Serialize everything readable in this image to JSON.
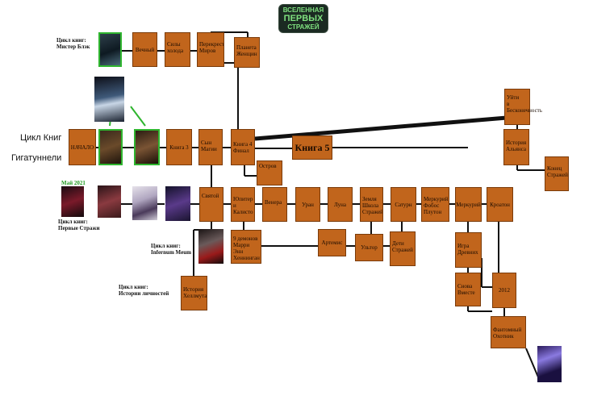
{
  "logo": {
    "line1": "ВСЕЛЕННАЯ",
    "line2": "ПЕРВЫХ",
    "line3": "СТРАЖЕЙ"
  },
  "side_labels": {
    "cycle_books": "Цикл Книг",
    "gigatunnels": "Гигатуннели"
  },
  "series_labels": {
    "mister_blake": "Цикл книг:\nМистер Блэк",
    "first_guardians": "Цикл книг:\nПервые Стражи",
    "infernum": "Цикл книг:\nInfernum Meum",
    "stories": "Цикл книг:\nИстории личностей"
  },
  "date_label": "Май 2021",
  "nodes": {
    "vechny": "Вечный",
    "sily_kholoda": "Силы\nхолода",
    "perekrestok": "Перекресток\nМиров",
    "planeta": "Планета\nЖенщин",
    "nachalo": "НАЧАЛО",
    "kniga3": "Книга 3",
    "syn_magii": "Сын\nМагии",
    "kniga4": "Книга 4\nФинал",
    "kniga5": "Книга 5",
    "uiti": "Уйти\nв\nБесконечность",
    "istoria_alyansa": "История\nАльянса",
    "konets_strazhei": "Конец\nСтражей",
    "ostrov": "Остров",
    "svyatoi": "Святой",
    "yupiter": "Юпитер\nи\nКалисто",
    "venera": "Венера",
    "uran": "Уран",
    "luna": "Луна",
    "zemlya": "Земля\nШкола\nСтражей",
    "saturn": "Сатурн",
    "merkury_fobos": "Меркурий\nФобос\nПлутон",
    "merkury": "Меркурий",
    "kroaton": "Кроатон",
    "devyat_demonov": "9 демонов\nМарри\nЭнн\nХеннинган",
    "artemis": "Артемис",
    "ultor": "Ультор",
    "deti_strazhei": "Дети\nСтражей",
    "igra_drevnikh": "Игра\nДревних",
    "snova_vmeste": "Снова\nВместе",
    "y2012": "2012",
    "istoria_kheilmuta": "История\nХеллмута",
    "fantomny": "Фантомный\nОхотник"
  },
  "colors": {
    "node_fill": "#c1651c",
    "node_border": "#7a3b0a",
    "line": "#111111",
    "green_link": "#2fb52f",
    "highlight_border": "#2fb52f"
  }
}
